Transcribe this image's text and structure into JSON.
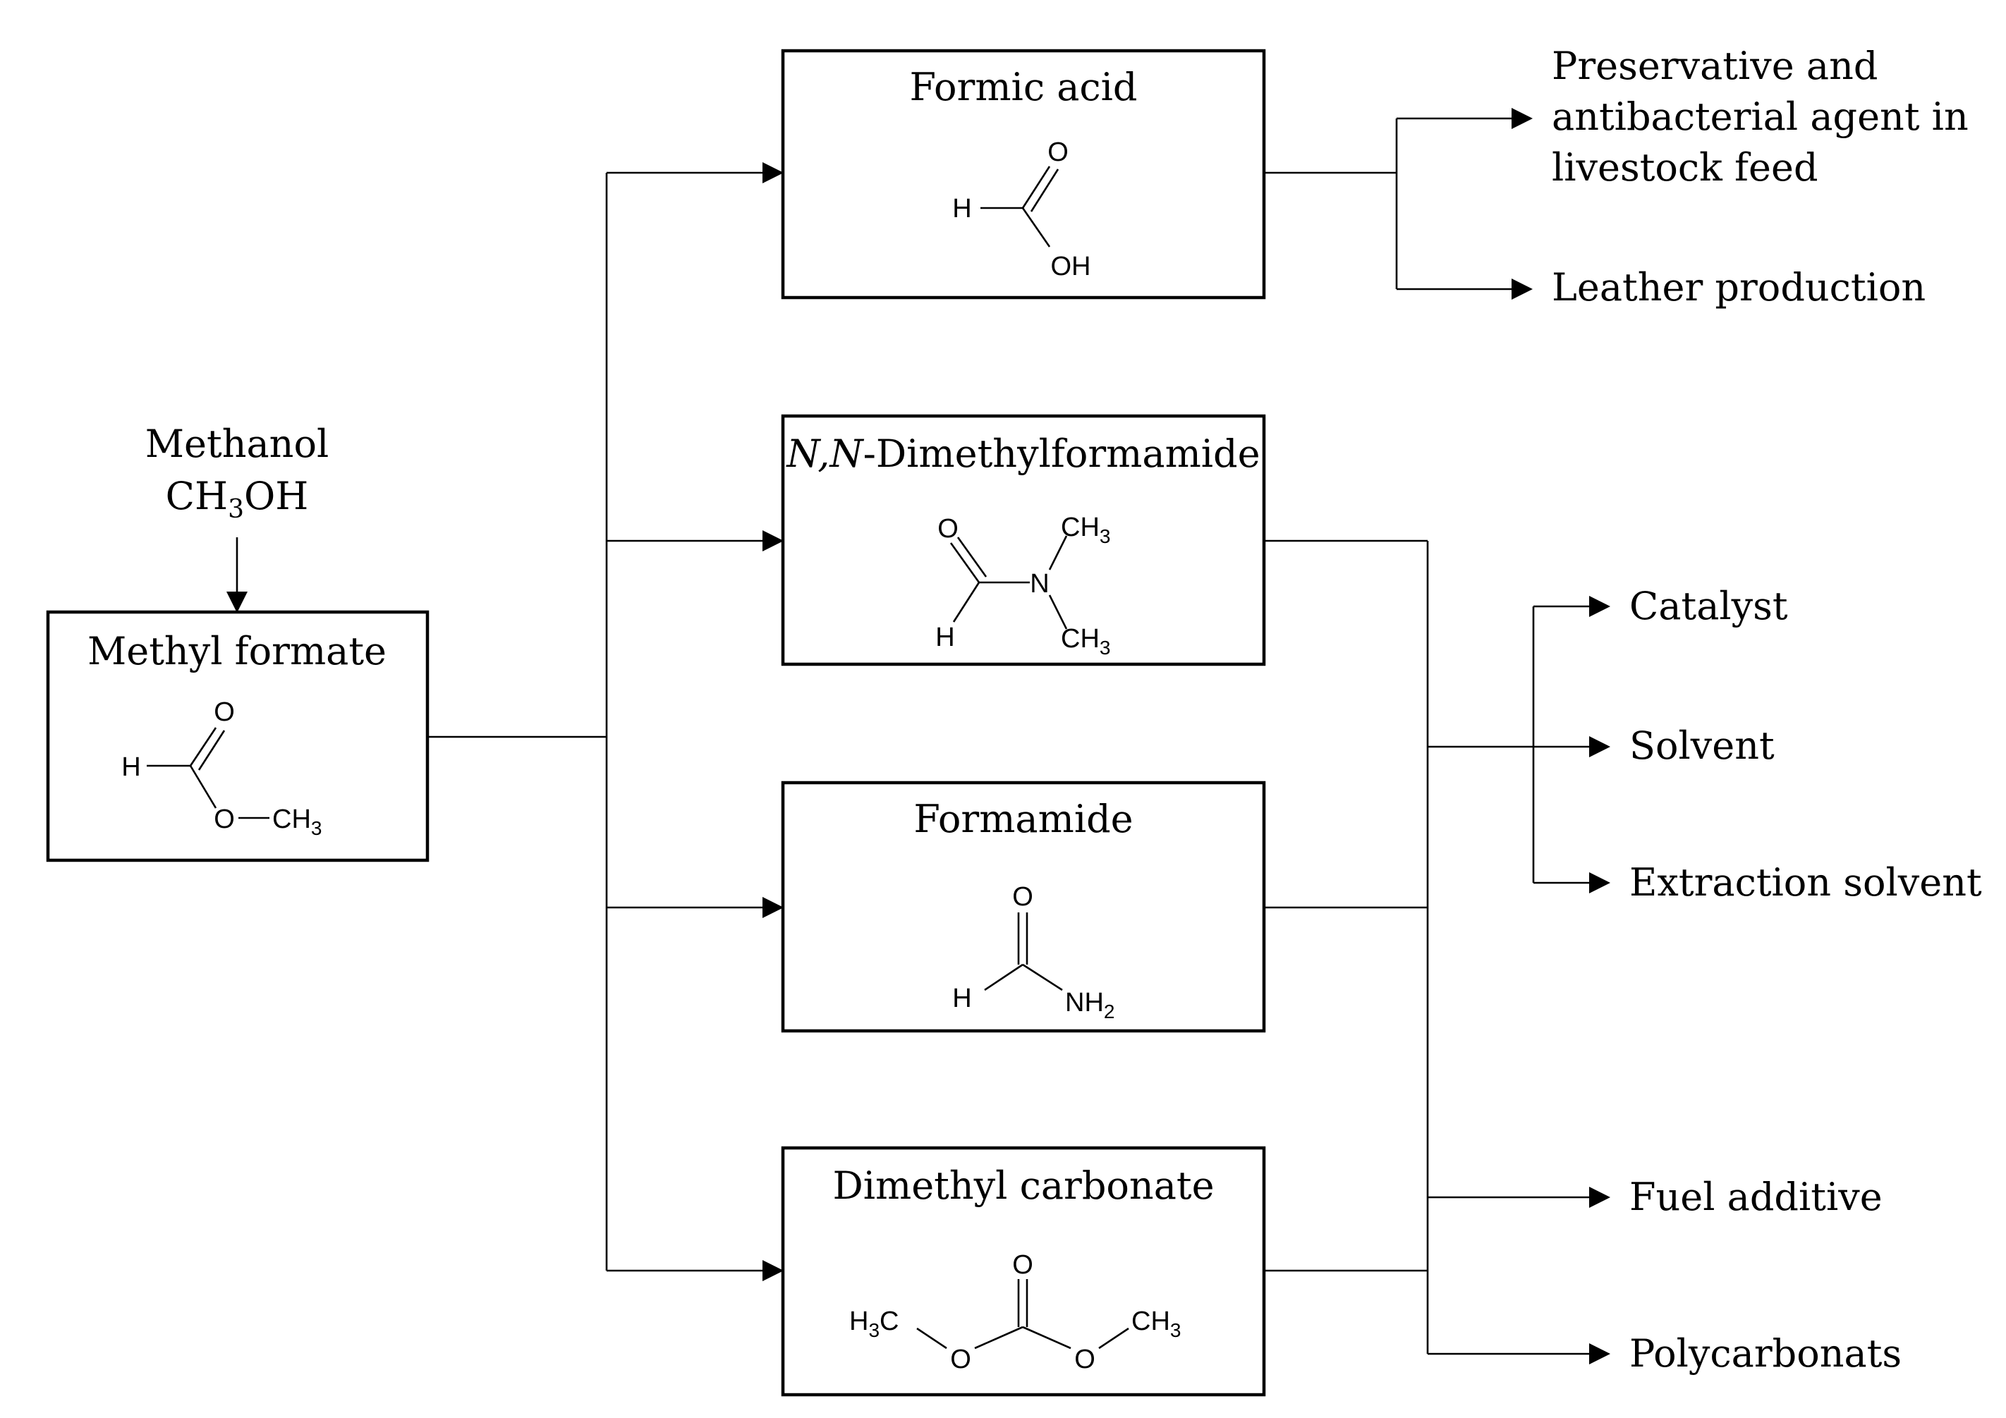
{
  "source": {
    "name_line1": "Methanol",
    "name_line2_main": "CH",
    "name_line2_sub": "3",
    "name_line2_rest": "OH"
  },
  "start": {
    "name": "Methyl formate",
    "atoms": {
      "o": "O",
      "h": "H",
      "o2": "O",
      "ch3": "CH",
      "ch3_sub": "3"
    }
  },
  "products": {
    "formic_acid": {
      "name": "Formic acid",
      "atoms": {
        "o": "O",
        "h": "H",
        "oh": "OH"
      }
    },
    "dmf": {
      "name_italic": "N,N",
      "name_rest": "-Dimethylformamide",
      "atoms": {
        "o": "O",
        "h": "H",
        "n": "N",
        "ch3": "CH",
        "sub": "3"
      }
    },
    "formamide": {
      "name": "Formamide",
      "atoms": {
        "o": "O",
        "h": "H",
        "nh2": "NH",
        "sub": "2"
      }
    },
    "dmc": {
      "name": "Dimethyl carbonate",
      "atoms": {
        "o": "O",
        "h3c_h": "H",
        "h3c_sub": "3",
        "h3c_c": "C",
        "ch3": "CH",
        "sub": "3"
      }
    }
  },
  "applications": {
    "preservative_lines": [
      "Preservative and",
      "antibacterial agent in",
      "livestock feed"
    ],
    "leather": "Leather production",
    "catalyst": "Catalyst",
    "solvent": "Solvent",
    "extraction": "Extraction solvent",
    "fuel": "Fuel additive",
    "polycarbonats": "Polycarbonats"
  },
  "colors": {
    "line": "#000000",
    "background": "#ffffff"
  }
}
